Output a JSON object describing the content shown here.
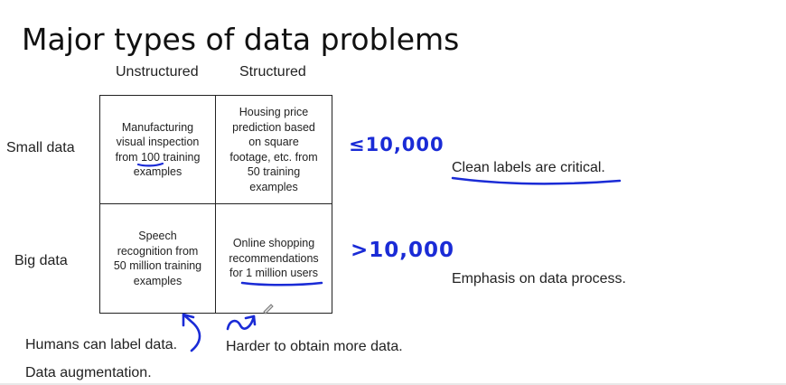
{
  "slide": {
    "title": "Major types of data problems"
  },
  "columns": {
    "unstructured": "Unstructured",
    "structured": "Structured"
  },
  "rows": {
    "small": "Small data",
    "big": "Big data"
  },
  "cells": {
    "small_unstructured": [
      "Manufacturing",
      "visual inspection",
      "from 100 training",
      "examples"
    ],
    "small_structured": [
      "Housing price",
      "prediction based",
      "on square",
      "footage, etc. from",
      "50 training",
      "examples"
    ],
    "big_unstructured": [
      "Speech",
      "recognition from",
      "50 million training",
      "examples"
    ],
    "big_structured": [
      "Online shopping",
      "recommendations",
      "for 1 million users"
    ]
  },
  "annotations": {
    "small_threshold": "≤10,000",
    "big_threshold": ">10,000"
  },
  "notes": {
    "small_data": "Clean labels are critical.",
    "big_data": "Emphasis on data process.",
    "unstructured_1": "Humans can label data.",
    "unstructured_2": "Data augmentation.",
    "structured": "Harder to obtain more data."
  },
  "colors": {
    "ink": "#1a2bd6",
    "text": "#222222"
  }
}
